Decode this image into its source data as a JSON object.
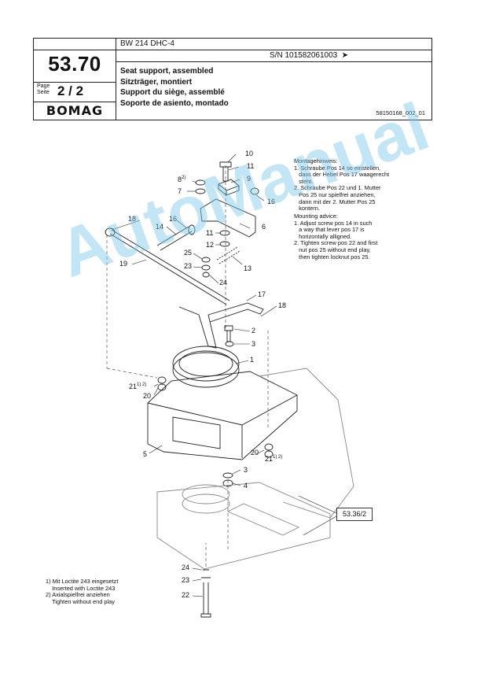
{
  "header": {
    "machine": "BW 214 DHC-4",
    "serial": "S/N 101582061003",
    "serial_arrow": "➤",
    "page_number": "53.70",
    "page_label_de": "Page",
    "page_label_en": "Seite",
    "page_value": "2 / 2",
    "brand": "BOMAG",
    "title_en": "Seat support, assembled",
    "title_de": "Sitzträger, montiert",
    "title_fr": "Support du siège, assemblé",
    "title_es": "Soporte de asiento, montado",
    "doc_ref": "58150168_002_01"
  },
  "notes": {
    "montage": "Montagehinweis:\n1. Schraube Pos 14 so einstellen,\n   dass der Hebel Pos 17 waagerecht\n   steht.\n2. Schraube Pos 22 und 1. Mutter\n   Pos 25 nur spielfrei anziehen,\n   dann mit der 2. Mutter Pos 25\n   kontern.",
    "mounting": "Mounting advice:\n1. Adjust screw pos 14 in such\n   a way that lever pos 17 is\n   horizontally alligned.\n2. Tighten screw pos 22 and first\n   nut pos 25 without end play,\n   then tighten locknut pos 25.",
    "footnotes": "1) Mit Loctite 243 eingesetzt\n    Inserted with Loctite 243\n2) Axialspielfrei anziehen\n    Tighten without end play"
  },
  "reference_box": "53.36/2",
  "watermark": "AutoManual",
  "callouts": {
    "c10": "10",
    "c11a": "11",
    "c9": "9",
    "c8": "8",
    "c8sup": "2)",
    "c7": "7",
    "c16a": "16",
    "c18a": "18",
    "c16b": "16",
    "c14": "14",
    "c11b": "11",
    "c6": "6",
    "c12": "12",
    "c19": "19",
    "c25": "25",
    "c23a": "23",
    "c24a": "24",
    "c13": "13",
    "c17": "17",
    "c18b": "18",
    "c2": "2",
    "c3a": "3",
    "c1": "1",
    "c21a": "21",
    "c21asup": "1) 2)",
    "c20a": "20",
    "c5": "5",
    "c20b": "20",
    "c21b": "21",
    "c21bsup": "1)  2)",
    "c3b": "3",
    "c4": "4",
    "c24b": "24",
    "c23b": "23",
    "c22": "22"
  }
}
